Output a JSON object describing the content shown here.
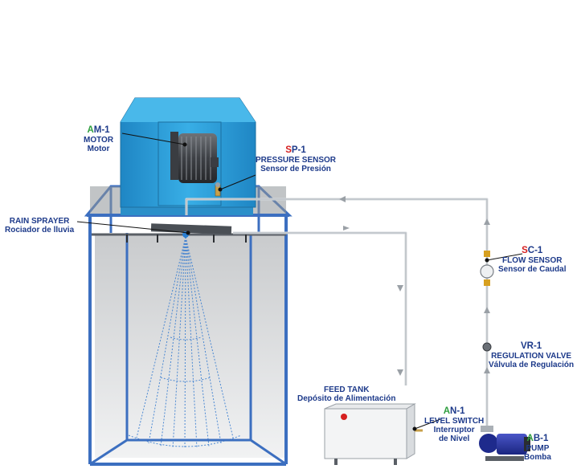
{
  "colors": {
    "navy": "#1d3a8a",
    "prefix_green": "#2e9e3e",
    "prefix_red": "#d62020",
    "frame_blue": "#3c6fc0",
    "motor_housing": "#2fa0d8",
    "pipe": "#d9dde1",
    "spray": "#3a7ed0"
  },
  "components": {
    "motor": {
      "prefix": "A",
      "code": "M-1",
      "name": "MOTOR",
      "name_es": "Motor"
    },
    "pressure": {
      "prefix": "S",
      "code": "P-1",
      "name": "PRESSURE SENSOR",
      "name_es": "Sensor de Presión"
    },
    "sprayer": {
      "name": "RAIN SPRAYER",
      "name_es": "Rociador de lluvia"
    },
    "flow": {
      "prefix": "S",
      "code": "C-1",
      "name": "FLOW SENSOR",
      "name_es": "Sensor de Caudal"
    },
    "valve": {
      "code": "VR-1",
      "name": "REGULATION VALVE",
      "name_es": "Válvula de Regulación"
    },
    "tank": {
      "name": "FEED TANK",
      "name_es": "Depósito de Alimentación"
    },
    "level": {
      "prefix": "A",
      "code": "N-1",
      "name": "LEVEL SWITCH",
      "name_es": "Interruptor",
      "name_es2": "de Nivel"
    },
    "pump": {
      "prefix": "A",
      "code": "B-1",
      "name": "PUMP",
      "name_es": "Bomba"
    }
  }
}
